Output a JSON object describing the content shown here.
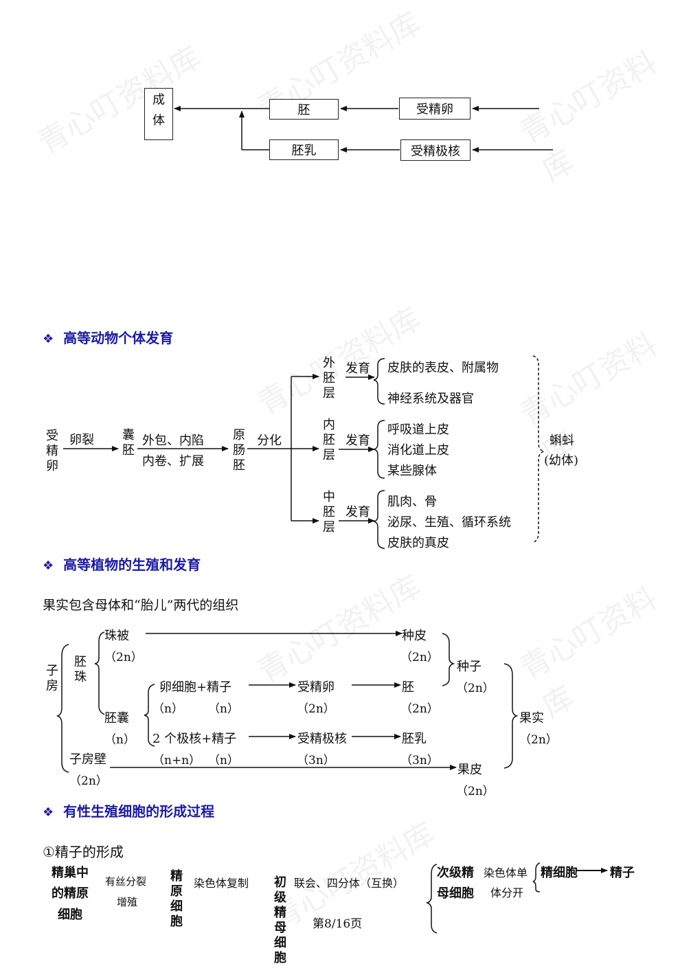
{
  "watermark": "青心叮资料库",
  "diagram1": {
    "adult": "成体",
    "embryo": "胚",
    "fertilized_egg": "受精卵",
    "endosperm": "胚乳",
    "fertilized_polar_nuclei": "受精极核"
  },
  "section1": {
    "bullet": "❖",
    "title": "高等动物个体发育",
    "zygote": "受精卵",
    "cleavage": "卵裂",
    "blastula": "囊胚",
    "process_top": "外包、内陷",
    "process_bottom": "内卷、扩展",
    "gastrula": "原肠胚",
    "differentiation": "分化",
    "ectoderm": "外胚层",
    "mesoderm": "中胚层",
    "endoderm": "内胚层",
    "develop": "发育",
    "ecto_items": [
      "皮肤的表皮、附属物",
      "神经系统及器官"
    ],
    "endo_items": [
      "呼吸道上皮",
      "消化道上皮",
      "某些腺体"
    ],
    "meso_items": [
      "肌肉、骨",
      "泌尿、生殖、循环系统",
      "皮肤的真皮"
    ],
    "result_line1": "蝌蚪",
    "result_line2": "(幼体)"
  },
  "section2": {
    "bullet": "❖",
    "title": "高等植物的生殖和发育",
    "intro": "果实包含母体和“胎儿”两代的组织",
    "ovary": "子房",
    "ovule": "胚珠",
    "integument": "珠被",
    "integument_n": "（2n）",
    "seed_coat": "种皮",
    "seed_coat_n": "（2n）",
    "seed": "种子",
    "seed_n": "（2n）",
    "embryo_sac": "胚囊",
    "embryo_sac_n": "（n）",
    "egg_sperm": "卵细胞+精子",
    "egg_n": "（n）",
    "sperm_n": "（n）",
    "zygote": "受精卵",
    "zygote_n": "（2n）",
    "embryo": "胚",
    "embryo_n": "（2n）",
    "polar_sperm": "2 个极核+精子",
    "polar_n": "（n+n）",
    "sperm2_n": "（n）",
    "fert_polar": "受精极核",
    "fert_polar_n": "（3n）",
    "endosperm": "胚乳",
    "endosperm_n": "（3n）",
    "fruit": "果实",
    "fruit_n": "（2n）",
    "ovary_wall": "子房壁",
    "ovary_wall_n": "（2n）",
    "pericarp": "果皮",
    "pericarp_n": "（2n）"
  },
  "section3": {
    "bullet": "❖",
    "title": "有性生殖细胞的形成过程",
    "sub": "①精子的形成",
    "col1": [
      "精巢中",
      "的精原",
      "细胞"
    ],
    "mitosis": [
      "有丝分裂",
      "增殖"
    ],
    "spermatogonium": "精原细胞",
    "chrom_dup": "染色体复制",
    "primary": "初级精母细胞",
    "synapsis": "联会、四分体（互换）",
    "secondary": [
      "次级精",
      "母细胞"
    ],
    "chrom_split": [
      "染色体单",
      "体分开"
    ],
    "spermatid": "精细胞",
    "sperm": "精子"
  },
  "footer": {
    "page": "第8/16页"
  }
}
